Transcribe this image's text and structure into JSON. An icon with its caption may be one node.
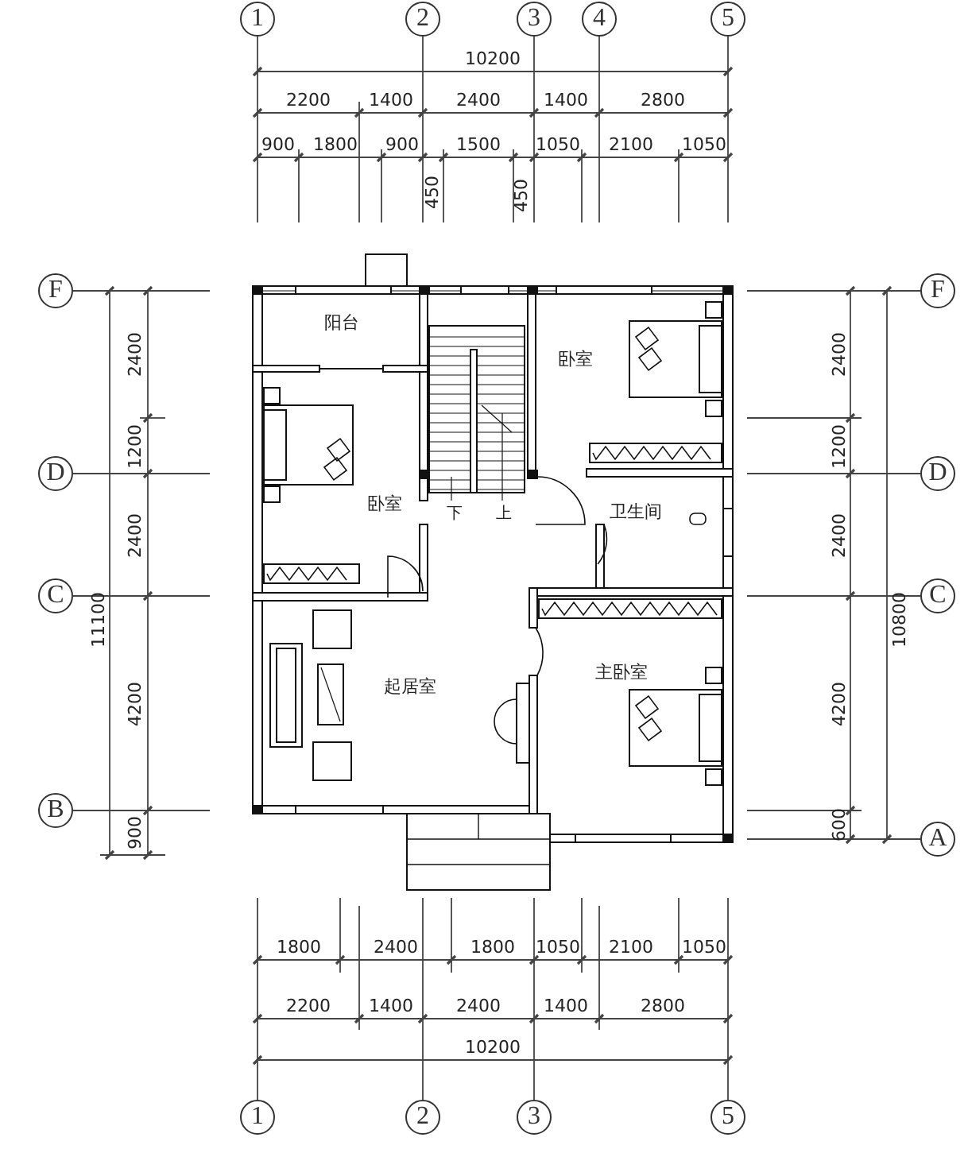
{
  "diagram": {
    "nodes": [
      {
        "text": [
          "1"
        ]
      },
      {
        "text": [
          "2"
        ]
      },
      {
        "text": [
          "3"
        ]
      },
      {
        "text": [
          "4"
        ]
      },
      {
        "text": [
          "5"
        ]
      },
      {
        "text": [
          "F"
        ]
      },
      {
        "text": [
          "F"
        ]
      },
      {
        "text": [
          "D"
        ]
      },
      {
        "text": [
          "D"
        ]
      },
      {
        "text": [
          "C"
        ]
      },
      {
        "text": [
          "C"
        ]
      },
      {
        "text": [
          "B"
        ]
      },
      {
        "text": [
          "A"
        ]
      },
      {
        "text": [
          "1"
        ]
      },
      {
        "text": [
          "2"
        ]
      },
      {
        "text": [
          "3"
        ]
      },
      {
        "text": [
          "5"
        ]
      }
    ],
    "labels": [
      "10200",
      "2200",
      "1400",
      "2400",
      "1400",
      "2800",
      "900",
      "1800",
      "900",
      "1500",
      "1050",
      "2100",
      "1050",
      "450",
      "450",
      "2400",
      "1200",
      "2400",
      "11100",
      "4200",
      "900",
      "阳台",
      "卧室",
      "卧室",
      "下",
      "上",
      "卫生间",
      "起居室",
      "主卧室",
      "2400",
      "1200",
      "2400",
      "10800",
      "4200",
      "600",
      "1800",
      "2400",
      "1800",
      "1050",
      "2100",
      "1050",
      "2200",
      "1400",
      "2400",
      "1400",
      "2800",
      "10200"
    ]
  }
}
